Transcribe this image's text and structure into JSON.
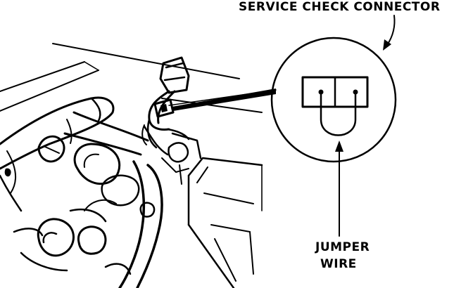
{
  "diagram": {
    "labels": {
      "service_check_connector": "SERVICE CHECK CONNECTOR",
      "jumper_line1": "JUMPER",
      "jumper_line2": "WIRE"
    },
    "colors": {
      "ink": "#000000",
      "paper": "#ffffff"
    }
  }
}
